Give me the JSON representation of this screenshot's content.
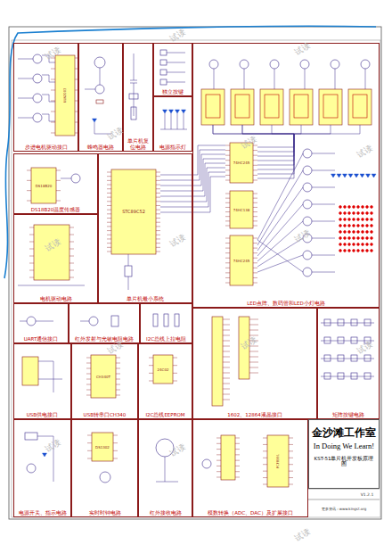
{
  "diagram": {
    "nodes": [
      {
        "text": [
          "步进电机驱动接口"
        ]
      },
      {
        "text": [
          "蜂鸣器电路"
        ]
      },
      {
        "text": [
          "单片机复位电路"
        ]
      },
      {
        "text": [
          "独立按键"
        ]
      },
      {
        "text": [
          "电源指示灯"
        ]
      },
      {
        "text": [
          "LED点阵、数码管和LED小灯电路"
        ]
      },
      {
        "text": [
          "DS18B20温度传感器"
        ]
      },
      {
        "text": [
          "电机驱动电路"
        ]
      },
      {
        "text": [
          "单片机最小系统"
        ]
      },
      {
        "text": [
          "UART通信接口"
        ]
      },
      {
        "text": [
          "红外发射与光敏电阻电路"
        ]
      },
      {
        "text": [
          "I2C总线上拉电阻"
        ]
      },
      {
        "text": [
          "USB供电接口"
        ]
      },
      {
        "text": [
          "USB转串口CH340"
        ]
      },
      {
        "text": [
          "I2C总线EEPROM"
        ]
      },
      {
        "text": [
          "1602、12864液晶接口"
        ]
      },
      {
        "text": [
          "矩阵按键电路"
        ]
      },
      {
        "text": [
          "电源开关、指示电路"
        ]
      },
      {
        "text": [
          "实时时钟电路"
        ]
      },
      {
        "text": [
          "红外接收电路"
        ]
      },
      {
        "text": [
          "模数转换（ADC、DAC）及扩展接口"
        ]
      },
      {
        "text": [
          "金沙滩工作室",
          "In Doing We Learn!",
          "KST-51单片机开发板原理图"
        ]
      }
    ],
    "labels": [
      "STC89C52",
      "74HC245",
      "74HC138",
      "74HC245",
      "ULN2003",
      "DS18B20",
      "CH340T",
      "24C02",
      "DS1302",
      "PCF8591",
      "V1.2.1",
      "更多资讯：www.kingst.org",
      "试读",
      "试读",
      "试读",
      "试读",
      "试读",
      "试读",
      "试读",
      "试读",
      "试读",
      "试读",
      "试读",
      "试读",
      "试读",
      "试读",
      "试读"
    ]
  }
}
